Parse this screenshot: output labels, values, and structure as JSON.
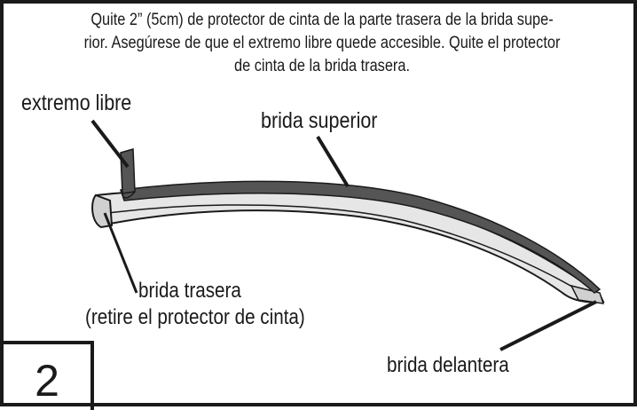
{
  "instruction": {
    "line1": "Quite 2” (5cm) de protector de cinta de la parte trasera de la brida supe-",
    "line2": "rior. Asegúrese de que el extremo libre quede accesible. Quite el protector",
    "line3": "de cinta de la brida trasera."
  },
  "labels": {
    "free_end": "extremo libre",
    "top_flange": "brida superior",
    "back_flange": "brida trasera",
    "back_flange_note": "(retire el protector de cinta)",
    "front_flange": "brida delantera"
  },
  "step": {
    "number": "2"
  },
  "colors": {
    "ink": "#1a1a1a",
    "tape": "#555555",
    "flange_light": "#e6e6e6",
    "flange_mid": "#d0d0d0"
  }
}
